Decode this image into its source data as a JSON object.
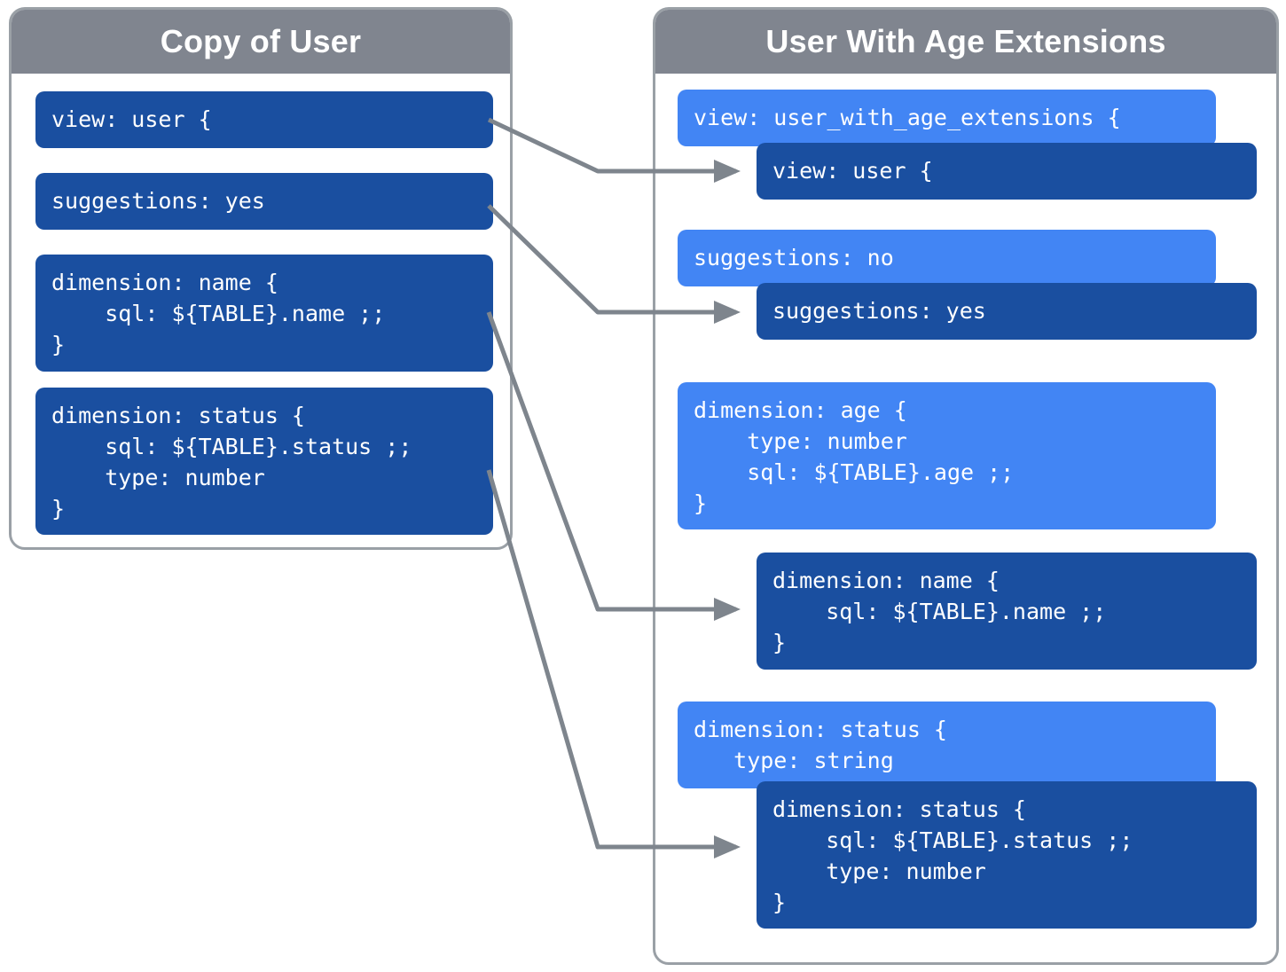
{
  "left_panel": {
    "title": "Copy of User",
    "blocks": [
      {
        "name": "view-user",
        "text": "view: user {"
      },
      {
        "name": "suggestions-yes",
        "text": "suggestions: yes"
      },
      {
        "name": "dimension-name",
        "text": "dimension: name {\n    sql: ${TABLE}.name ;;\n}"
      },
      {
        "name": "dimension-status",
        "text": "dimension: status {\n    sql: ${TABLE}.status ;;\n    type: number\n}"
      }
    ]
  },
  "right_panel": {
    "title": "User With Age Extensions",
    "blocks": [
      {
        "name": "view-user-with-age-extensions",
        "variant": "light",
        "text": "view: user_with_age_extensions {"
      },
      {
        "name": "view-user-inherited",
        "variant": "dark",
        "text": "view: user {"
      },
      {
        "name": "suggestions-no",
        "variant": "light",
        "text": "suggestions: no"
      },
      {
        "name": "suggestions-yes-inherited",
        "variant": "dark",
        "text": "suggestions: yes"
      },
      {
        "name": "dimension-age",
        "variant": "light",
        "text": "dimension: age {\n    type: number\n    sql: ${TABLE}.age ;;\n}"
      },
      {
        "name": "dimension-name-inherited",
        "variant": "dark",
        "text": "dimension: name {\n    sql: ${TABLE}.name ;;\n}"
      },
      {
        "name": "dimension-status-override",
        "variant": "light",
        "text": "dimension: status {\n   type: string"
      },
      {
        "name": "dimension-status-inherited",
        "variant": "dark",
        "text": "dimension: status {\n    sql: ${TABLE}.status ;;\n    type: number\n}"
      }
    ]
  },
  "connectors": [
    {
      "name": "connector-view-user",
      "from": "view-user",
      "to": "view-user-inherited"
    },
    {
      "name": "connector-suggestions",
      "from": "suggestions-yes",
      "to": "suggestions-yes-inherited"
    },
    {
      "name": "connector-dimension-name",
      "from": "dimension-name",
      "to": "dimension-name-inherited"
    },
    {
      "name": "connector-dimension-status",
      "from": "dimension-status",
      "to": "dimension-status-inherited"
    }
  ],
  "colors": {
    "header_gray": "#80858f",
    "panel_border": "#9aa0a6",
    "block_dark_blue": "#1a4fa0",
    "block_light_blue": "#4285f4",
    "connector_gray": "#7e858d",
    "background": "#ffffff"
  }
}
